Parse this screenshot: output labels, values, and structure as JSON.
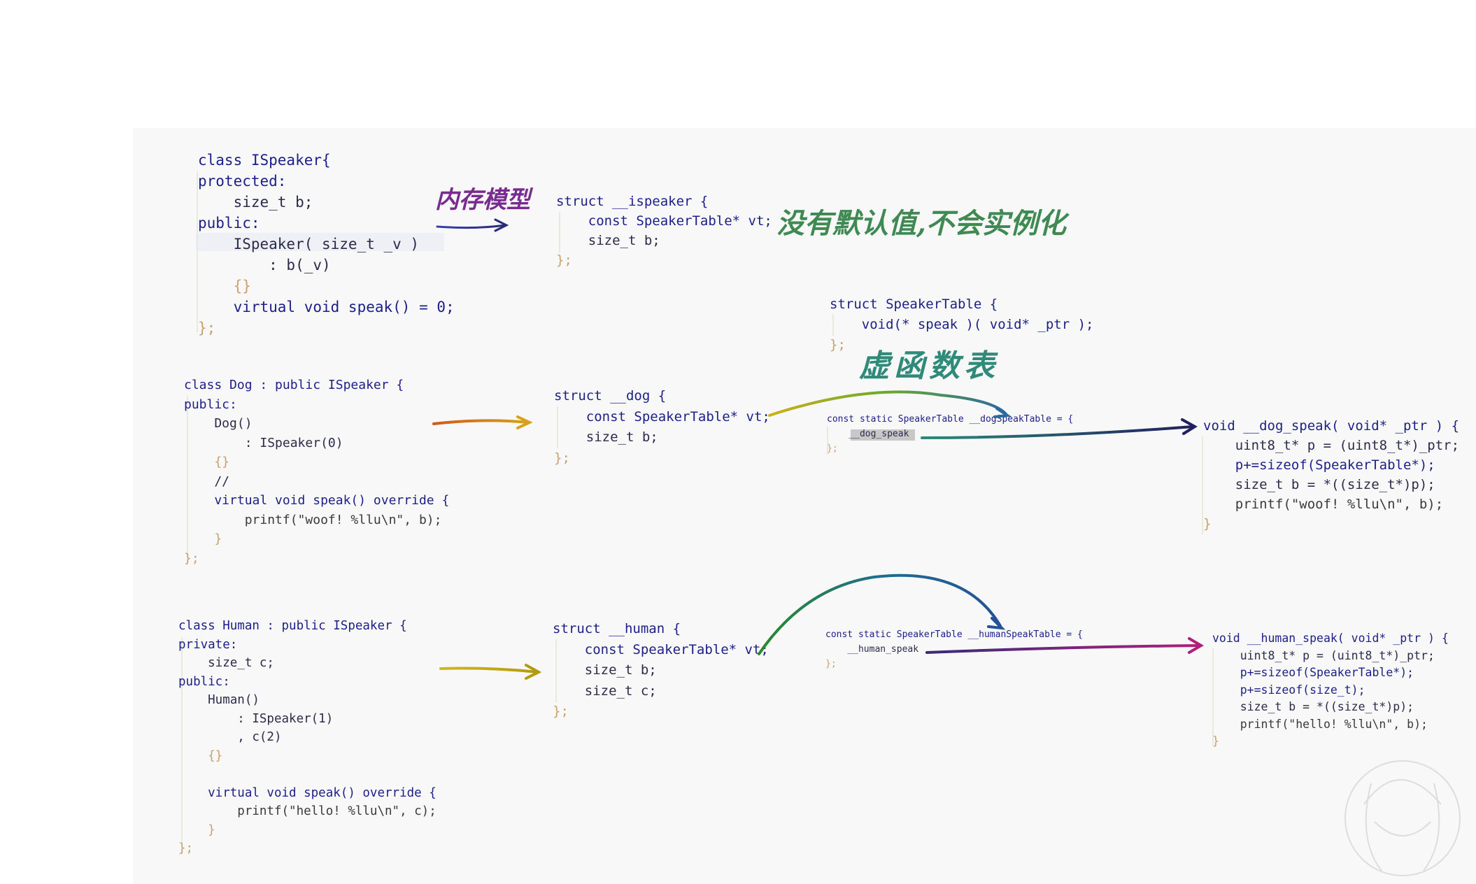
{
  "annotations": {
    "memory_model": "内存模型",
    "no_default": "没有默认值,不会实例化",
    "vtable": "虚函数表"
  },
  "ispeaker_class": [
    "class ISpeaker{",
    "protected:",
    "    size_t b;",
    "public:",
    "    ISpeaker( size_t _v )",
    "        : b(_v)",
    "    {}",
    "    virtual void speak() = 0;",
    "};"
  ],
  "ispeaker_struct": [
    "struct __ispeaker {",
    "    const SpeakerTable* vt;",
    "    size_t b;",
    "};"
  ],
  "speaker_table": [
    "struct SpeakerTable {",
    "    void(* speak )( void* _ptr );",
    "};"
  ],
  "dog_class": [
    "class Dog : public ISpeaker {",
    "public:",
    "    Dog()",
    "        : ISpeaker(0)",
    "    {}",
    "    //",
    "    virtual void speak() override {",
    "        printf(\"woof! %llu\\n\", b);",
    "    }",
    "};"
  ],
  "dog_struct": [
    "struct __dog {",
    "    const SpeakerTable* vt;",
    "    size_t b;",
    "};"
  ],
  "dog_table": [
    "const static SpeakerTable __dogSpeakTable = {",
    "    __dog_speak",
    "};"
  ],
  "dog_speak_fn": [
    "void __dog_speak( void* _ptr ) {",
    "    uint8_t* p = (uint8_t*)_ptr;",
    "    p+=sizeof(SpeakerTable*);",
    "    size_t b = *((size_t*)p);",
    "    printf(\"woof! %llu\\n\", b);",
    "}"
  ],
  "human_class": [
    "class Human : public ISpeaker {",
    "private:",
    "    size_t c;",
    "public:",
    "    Human()",
    "        : ISpeaker(1)",
    "        , c(2)",
    "    {}",
    "",
    "    virtual void speak() override {",
    "        printf(\"hello! %llu\\n\", c);",
    "    }",
    "};"
  ],
  "human_struct": [
    "struct __human {",
    "    const SpeakerTable* vt;",
    "    size_t b;",
    "    size_t c;",
    "};"
  ],
  "human_table": [
    "const static SpeakerTable __humanSpeakTable = {",
    "    __human_speak",
    "};"
  ],
  "human_speak_fn": [
    "void __human_speak( void* _ptr ) {",
    "    uint8_t* p = (uint8_t*)_ptr;",
    "    p+=sizeof(SpeakerTable*);",
    "    p+=sizeof(size_t);",
    "    size_t b = *((size_t*)p);",
    "    printf(\"hello! %llu\\n\", b);",
    "}"
  ],
  "colors": {
    "background": "#ffffff",
    "panel": "#f8f8f8",
    "keyword": "#1b1f87",
    "brace": "#c9a06a",
    "string": "#b23b1a"
  }
}
